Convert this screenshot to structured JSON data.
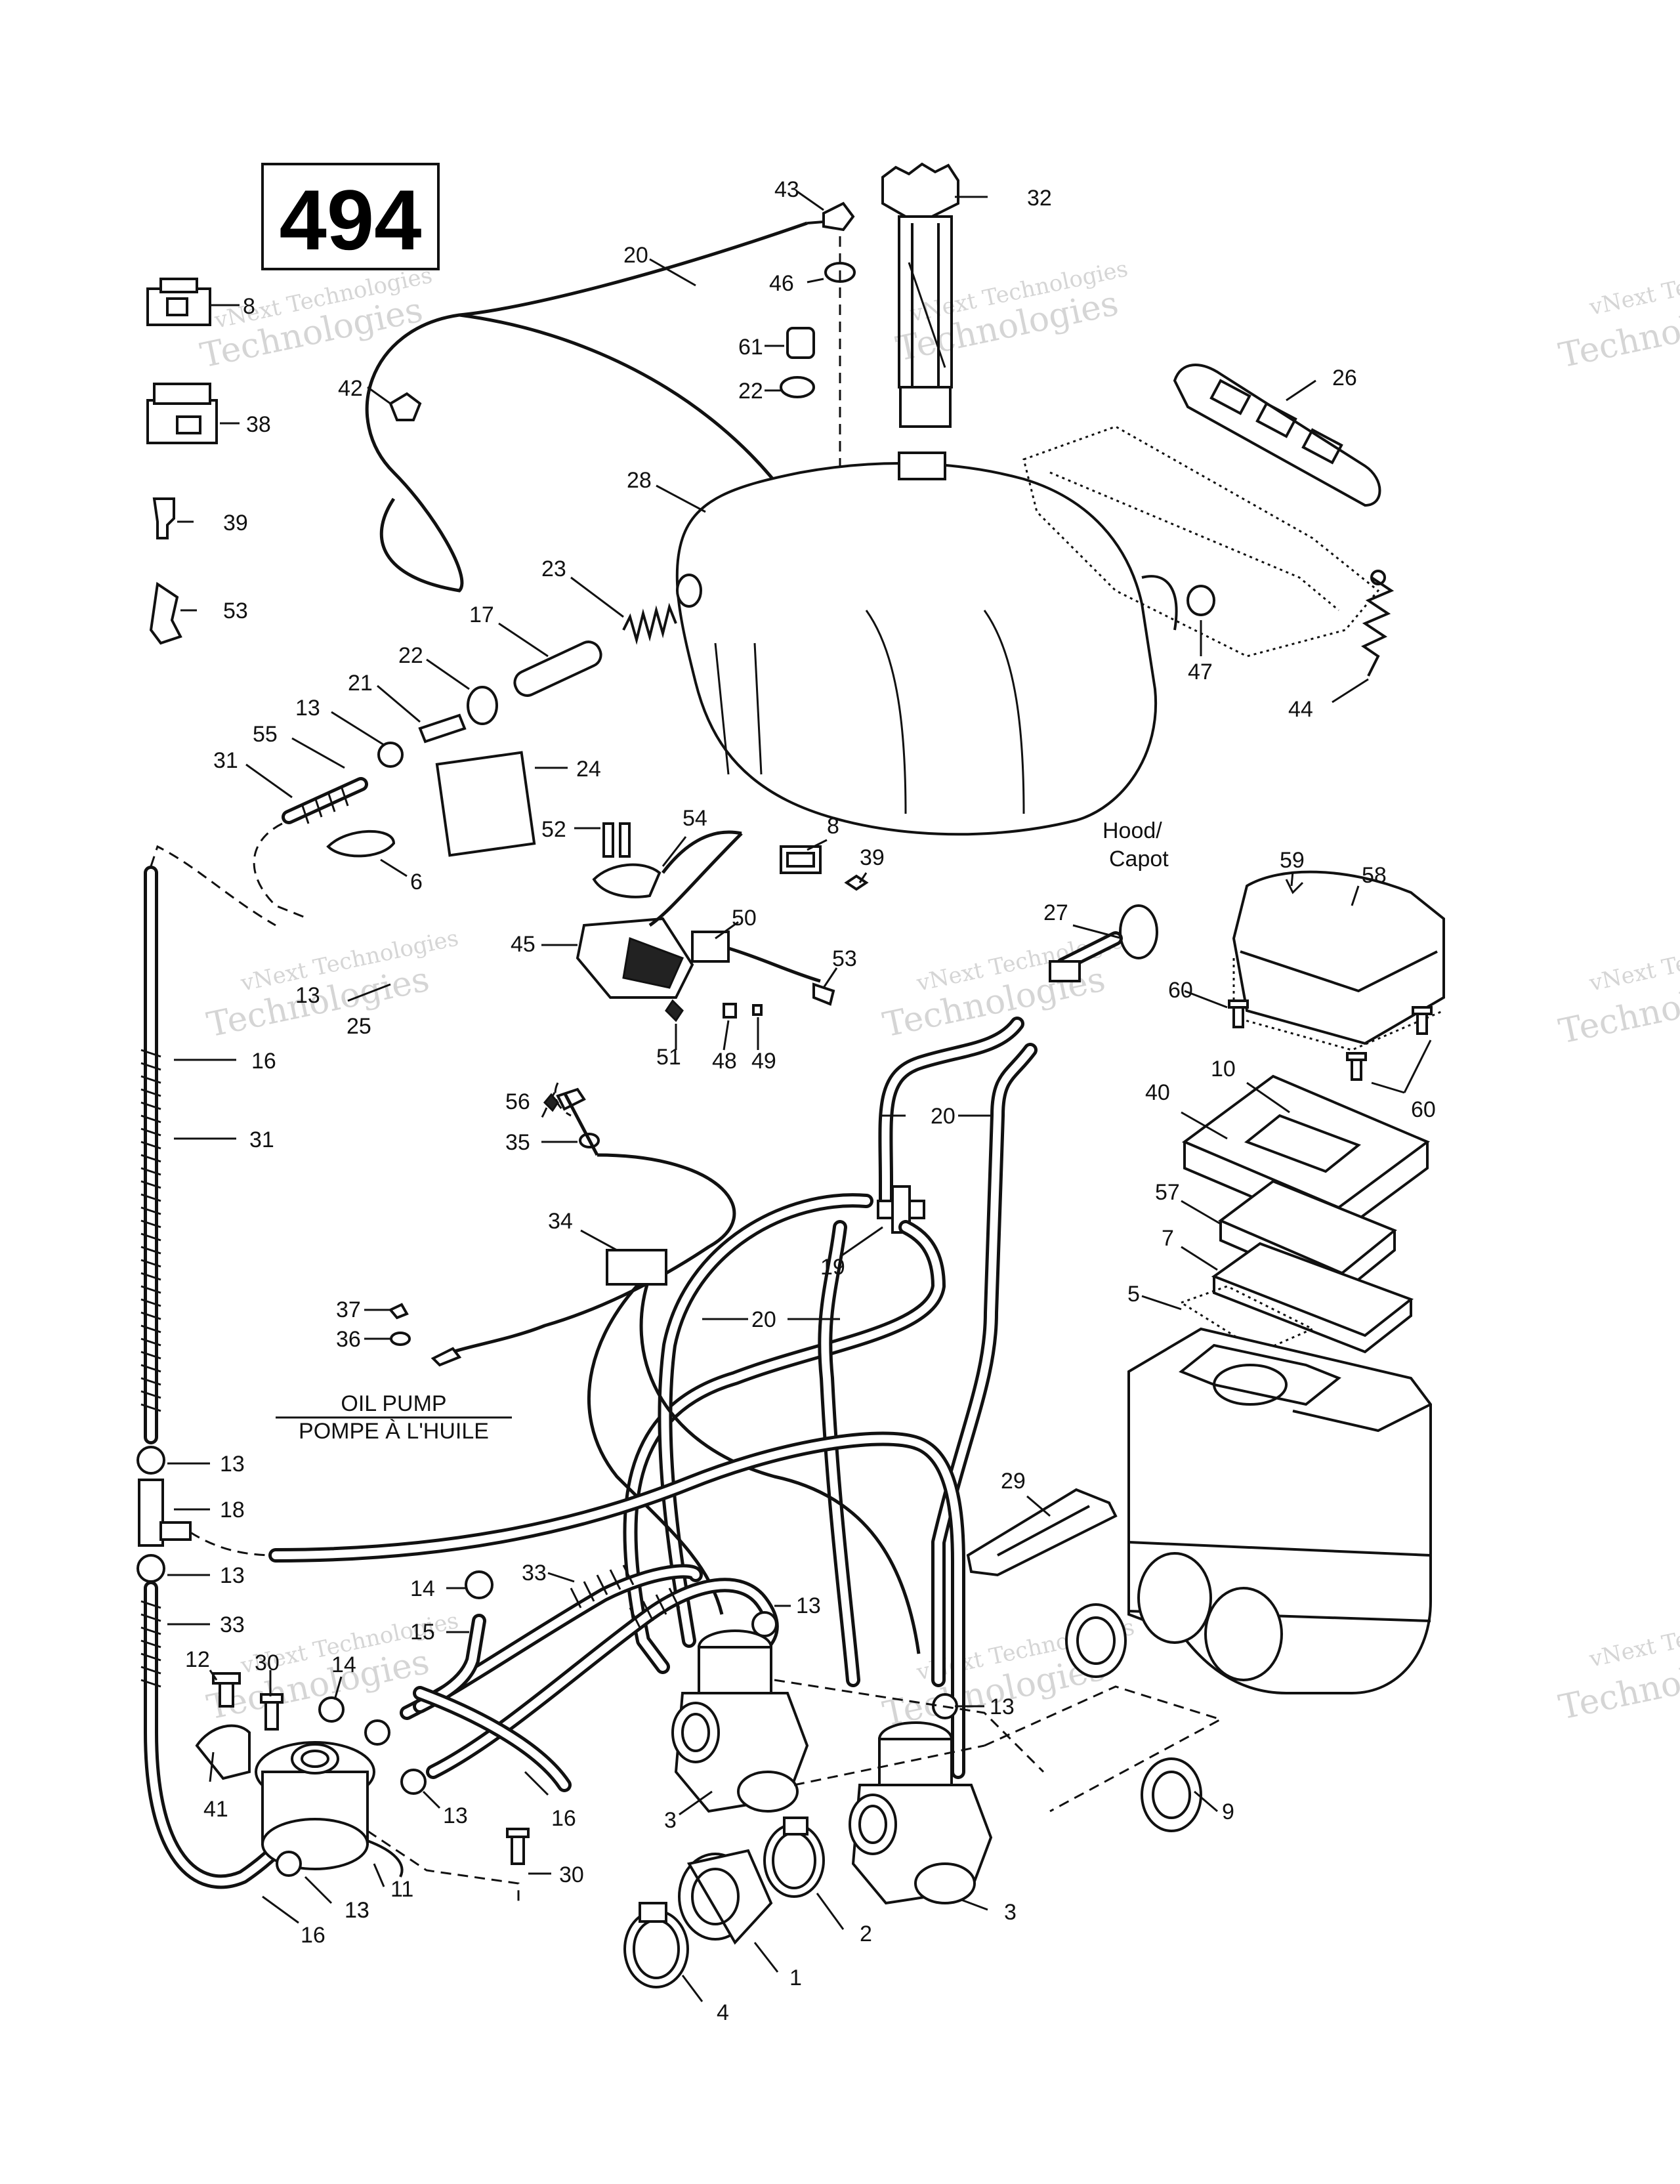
{
  "diagram_number": "494",
  "captions": {
    "hood_line1": "Hood/",
    "hood_line2": "Capot",
    "oil_pump_en": "OIL PUMP",
    "oil_pump_fr": "POMPE À L'HUILE"
  },
  "watermark": {
    "line1": "vNext Technologies",
    "line2": "Technologies"
  },
  "callouts": [
    {
      "id": "c-43",
      "num": "43"
    },
    {
      "id": "c-32",
      "num": "32"
    },
    {
      "id": "c-20a",
      "num": "20"
    },
    {
      "id": "c-46",
      "num": "46"
    },
    {
      "id": "c-8a",
      "num": "8"
    },
    {
      "id": "c-61",
      "num": "61"
    },
    {
      "id": "c-22a",
      "num": "22"
    },
    {
      "id": "c-26",
      "num": "26"
    },
    {
      "id": "c-42",
      "num": "42"
    },
    {
      "id": "c-38",
      "num": "38"
    },
    {
      "id": "c-28",
      "num": "28"
    },
    {
      "id": "c-39a",
      "num": "39"
    },
    {
      "id": "c-23",
      "num": "23"
    },
    {
      "id": "c-53a",
      "num": "53"
    },
    {
      "id": "c-17",
      "num": "17"
    },
    {
      "id": "c-47",
      "num": "47"
    },
    {
      "id": "c-22b",
      "num": "22"
    },
    {
      "id": "c-21",
      "num": "21"
    },
    {
      "id": "c-44",
      "num": "44"
    },
    {
      "id": "c-13a",
      "num": "13"
    },
    {
      "id": "c-55",
      "num": "55"
    },
    {
      "id": "c-31a",
      "num": "31"
    },
    {
      "id": "c-24",
      "num": "24"
    },
    {
      "id": "c-54",
      "num": "54"
    },
    {
      "id": "c-52",
      "num": "52"
    },
    {
      "id": "c-8b",
      "num": "8"
    },
    {
      "id": "c-6",
      "num": "6"
    },
    {
      "id": "c-39b",
      "num": "39"
    },
    {
      "id": "c-59",
      "num": "59"
    },
    {
      "id": "c-58",
      "num": "58"
    },
    {
      "id": "c-27",
      "num": "27"
    },
    {
      "id": "c-50",
      "num": "50"
    },
    {
      "id": "c-45",
      "num": "45"
    },
    {
      "id": "c-53b",
      "num": "53"
    },
    {
      "id": "c-13b",
      "num": "13"
    },
    {
      "id": "c-25",
      "num": "25"
    },
    {
      "id": "c-60a",
      "num": "60"
    },
    {
      "id": "c-51",
      "num": "51"
    },
    {
      "id": "c-48",
      "num": "48"
    },
    {
      "id": "c-49",
      "num": "49"
    },
    {
      "id": "c-16a",
      "num": "16"
    },
    {
      "id": "c-10",
      "num": "10"
    },
    {
      "id": "c-40",
      "num": "40"
    },
    {
      "id": "c-56",
      "num": "56"
    },
    {
      "id": "c-60b",
      "num": "60"
    },
    {
      "id": "c-20b",
      "num": "20"
    },
    {
      "id": "c-35",
      "num": "35"
    },
    {
      "id": "c-31b",
      "num": "31"
    },
    {
      "id": "c-57",
      "num": "57"
    },
    {
      "id": "c-34",
      "num": "34"
    },
    {
      "id": "c-7",
      "num": "7"
    },
    {
      "id": "c-19",
      "num": "19"
    },
    {
      "id": "c-5",
      "num": "5"
    },
    {
      "id": "c-37",
      "num": "37"
    },
    {
      "id": "c-20c",
      "num": "20"
    },
    {
      "id": "c-36",
      "num": "36"
    },
    {
      "id": "c-13c",
      "num": "13"
    },
    {
      "id": "c-29",
      "num": "29"
    },
    {
      "id": "c-18",
      "num": "18"
    },
    {
      "id": "c-13d",
      "num": "13"
    },
    {
      "id": "c-14a",
      "num": "14"
    },
    {
      "id": "c-33a",
      "num": "33"
    },
    {
      "id": "c-13e",
      "num": "13"
    },
    {
      "id": "c-15",
      "num": "15"
    },
    {
      "id": "c-33b",
      "num": "33"
    },
    {
      "id": "c-12",
      "num": "12"
    },
    {
      "id": "c-30a",
      "num": "30"
    },
    {
      "id": "c-13f",
      "num": "13"
    },
    {
      "id": "c-14b",
      "num": "14"
    },
    {
      "id": "c-13g",
      "num": "13"
    },
    {
      "id": "c-41",
      "num": "41"
    },
    {
      "id": "c-13h",
      "num": "13"
    },
    {
      "id": "c-16b",
      "num": "16"
    },
    {
      "id": "c-3a",
      "num": "3"
    },
    {
      "id": "c-9",
      "num": "9"
    },
    {
      "id": "c-30b",
      "num": "30"
    },
    {
      "id": "c-11",
      "num": "11"
    },
    {
      "id": "c-13i",
      "num": "13"
    },
    {
      "id": "c-16c",
      "num": "16"
    },
    {
      "id": "c-2",
      "num": "2"
    },
    {
      "id": "c-3b",
      "num": "3"
    },
    {
      "id": "c-1",
      "num": "1"
    },
    {
      "id": "c-4",
      "num": "4"
    }
  ]
}
